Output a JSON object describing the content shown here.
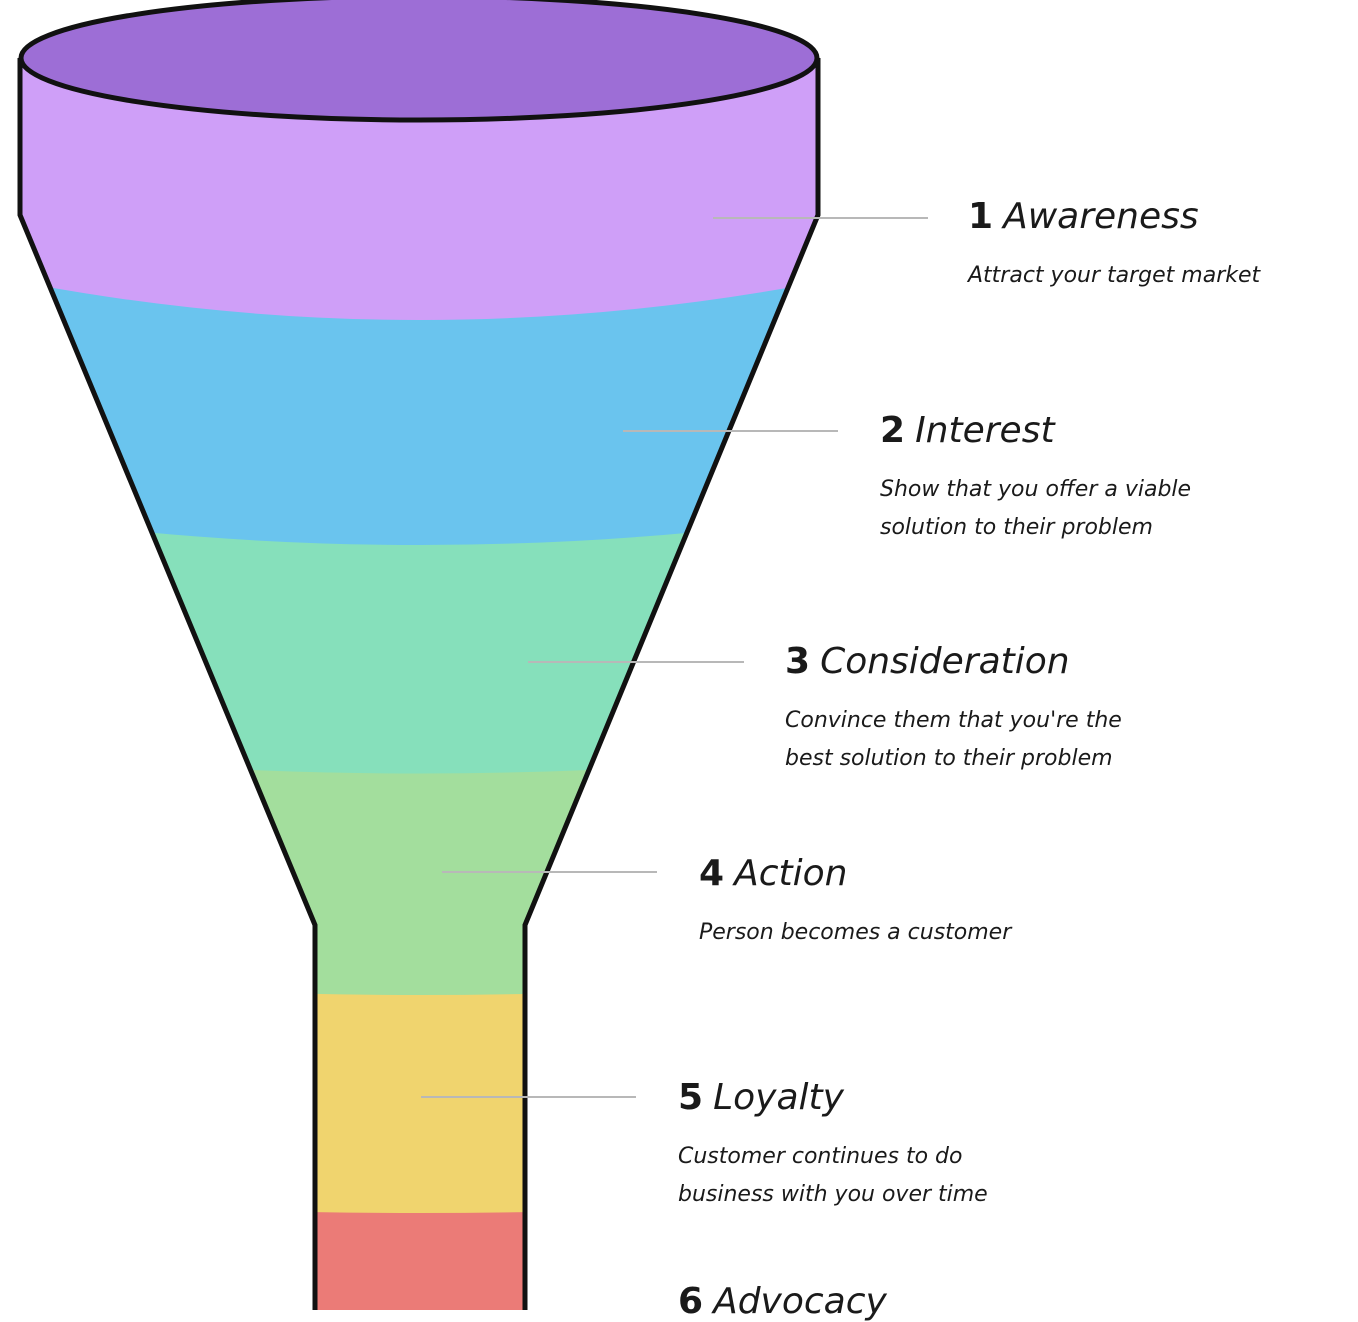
{
  "diagram": {
    "stages": [
      {
        "number": "1",
        "name": "Awareness",
        "description": [
          "Attract your target market"
        ],
        "color": "#cf9ff8"
      },
      {
        "number": "2",
        "name": "Interest",
        "description": [
          "Show that you offer a viable",
          "solution to their problem"
        ],
        "color": "#6ac4ee"
      },
      {
        "number": "3",
        "name": "Consideration",
        "description": [
          "Convince them that you're the",
          "best solution to their problem"
        ],
        "color": "#86e0bb"
      },
      {
        "number": "4",
        "name": "Action",
        "description": [
          "Person becomes a customer"
        ],
        "color": "#a3de9d"
      },
      {
        "number": "5",
        "name": "Loyalty",
        "description": [
          "Customer continues to do",
          "business with you over time"
        ],
        "color": "#f0d46e"
      },
      {
        "number": "6",
        "name": "Advocacy",
        "description": [],
        "color": "#eb7b77"
      }
    ],
    "rim_color": "#9d6ed6",
    "outline_color": "#111111",
    "leader_line_color": "#b8b8b8"
  }
}
